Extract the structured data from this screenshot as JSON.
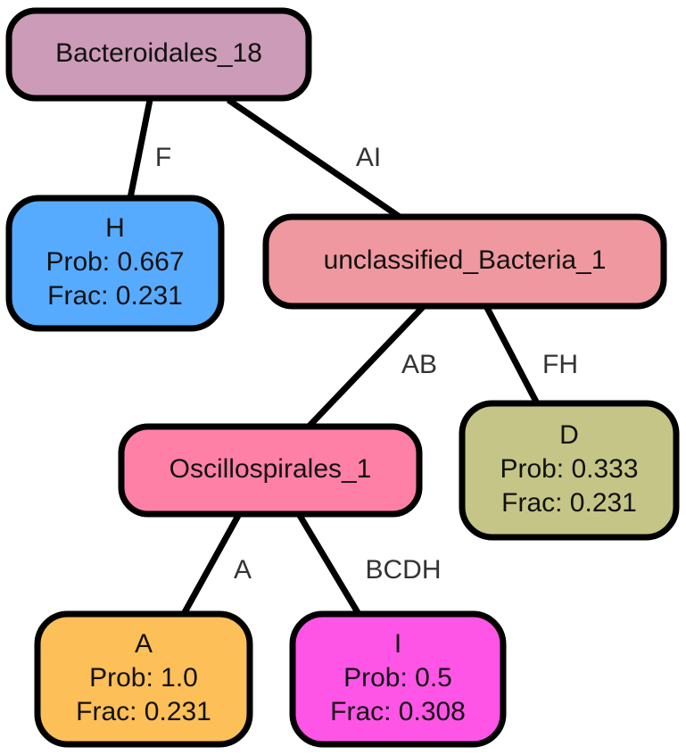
{
  "nodes": [
    {
      "id": "bacteroidales",
      "lines": [
        "Bacteroidales_18"
      ],
      "color": "#cc9bb7"
    },
    {
      "id": "h",
      "lines": [
        "H",
        "Prob: 0.667",
        "Frac: 0.231"
      ],
      "color": "#57abff"
    },
    {
      "id": "unclassified",
      "lines": [
        "unclassified_Bacteria_1"
      ],
      "color": "#ef989f"
    },
    {
      "id": "oscillo",
      "lines": [
        "Oscillospirales_1"
      ],
      "color": "#ff80a6"
    },
    {
      "id": "d",
      "lines": [
        "D",
        "Prob: 0.333",
        "Frac: 0.231"
      ],
      "color": "#c5c587"
    },
    {
      "id": "a",
      "lines": [
        "A",
        "Prob: 1.0",
        "Frac: 0.231"
      ],
      "color": "#fdbf57"
    },
    {
      "id": "i",
      "lines": [
        "I",
        "Prob: 0.5",
        "Frac: 0.308"
      ],
      "color": "#ff55e7"
    }
  ],
  "edges": [
    {
      "from": "bacteroidales",
      "to": "h",
      "label": "F"
    },
    {
      "from": "bacteroidales",
      "to": "unclassified",
      "label": "AI"
    },
    {
      "from": "unclassified",
      "to": "oscillo",
      "label": "AB"
    },
    {
      "from": "unclassified",
      "to": "d",
      "label": "FH"
    },
    {
      "from": "oscillo",
      "to": "a",
      "label": "A"
    },
    {
      "from": "oscillo",
      "to": "i",
      "label": "BCDH"
    }
  ]
}
